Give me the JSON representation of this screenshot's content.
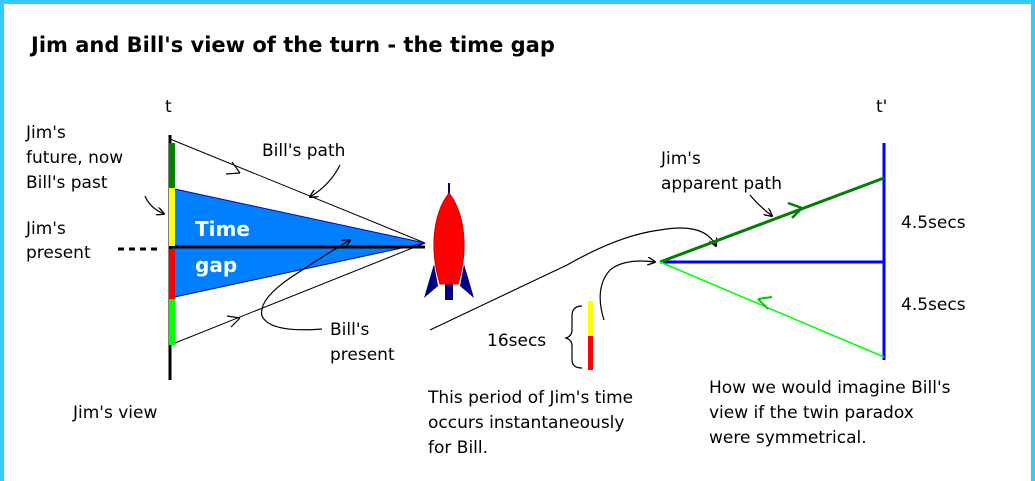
{
  "title": "Jim and Bill's view of the turn - the time gap",
  "left": {
    "axis_label": "t",
    "future_label": [
      "Jim's",
      "future, now",
      "Bill's past"
    ],
    "present_label": [
      "Jim's",
      "present"
    ],
    "bills_path_label": "Bill's path",
    "time_gap_label": [
      "Time",
      "gap"
    ],
    "bills_present_label": [
      "Bill's",
      "present"
    ],
    "view_label": "Jim's view"
  },
  "middle": {
    "duration_label": "16secs",
    "caption": [
      "This period of Jim's time",
      "occurs instantaneously",
      "for Bill."
    ]
  },
  "right": {
    "axis_label": "t'",
    "apparent_path_label": [
      "Jim's",
      "apparent path"
    ],
    "upper_duration": "4.5secs",
    "lower_duration": "4.5secs",
    "caption": [
      "How we would imagine Bill's",
      "view if the twin paradox",
      "were symmetrical."
    ]
  },
  "colors": {
    "frame": "#33ccff",
    "time_gap_fill": "#0080ff",
    "worldline_blue": "#0000ff",
    "dark_green": "#008000",
    "light_green": "#00cc00",
    "bright_green": "#00ff00",
    "yellow": "#ffff00",
    "red": "#ff0000",
    "rocket_body": "#ff0000",
    "rocket_fins": "#000080"
  },
  "icons": [
    "rocket-icon"
  ]
}
